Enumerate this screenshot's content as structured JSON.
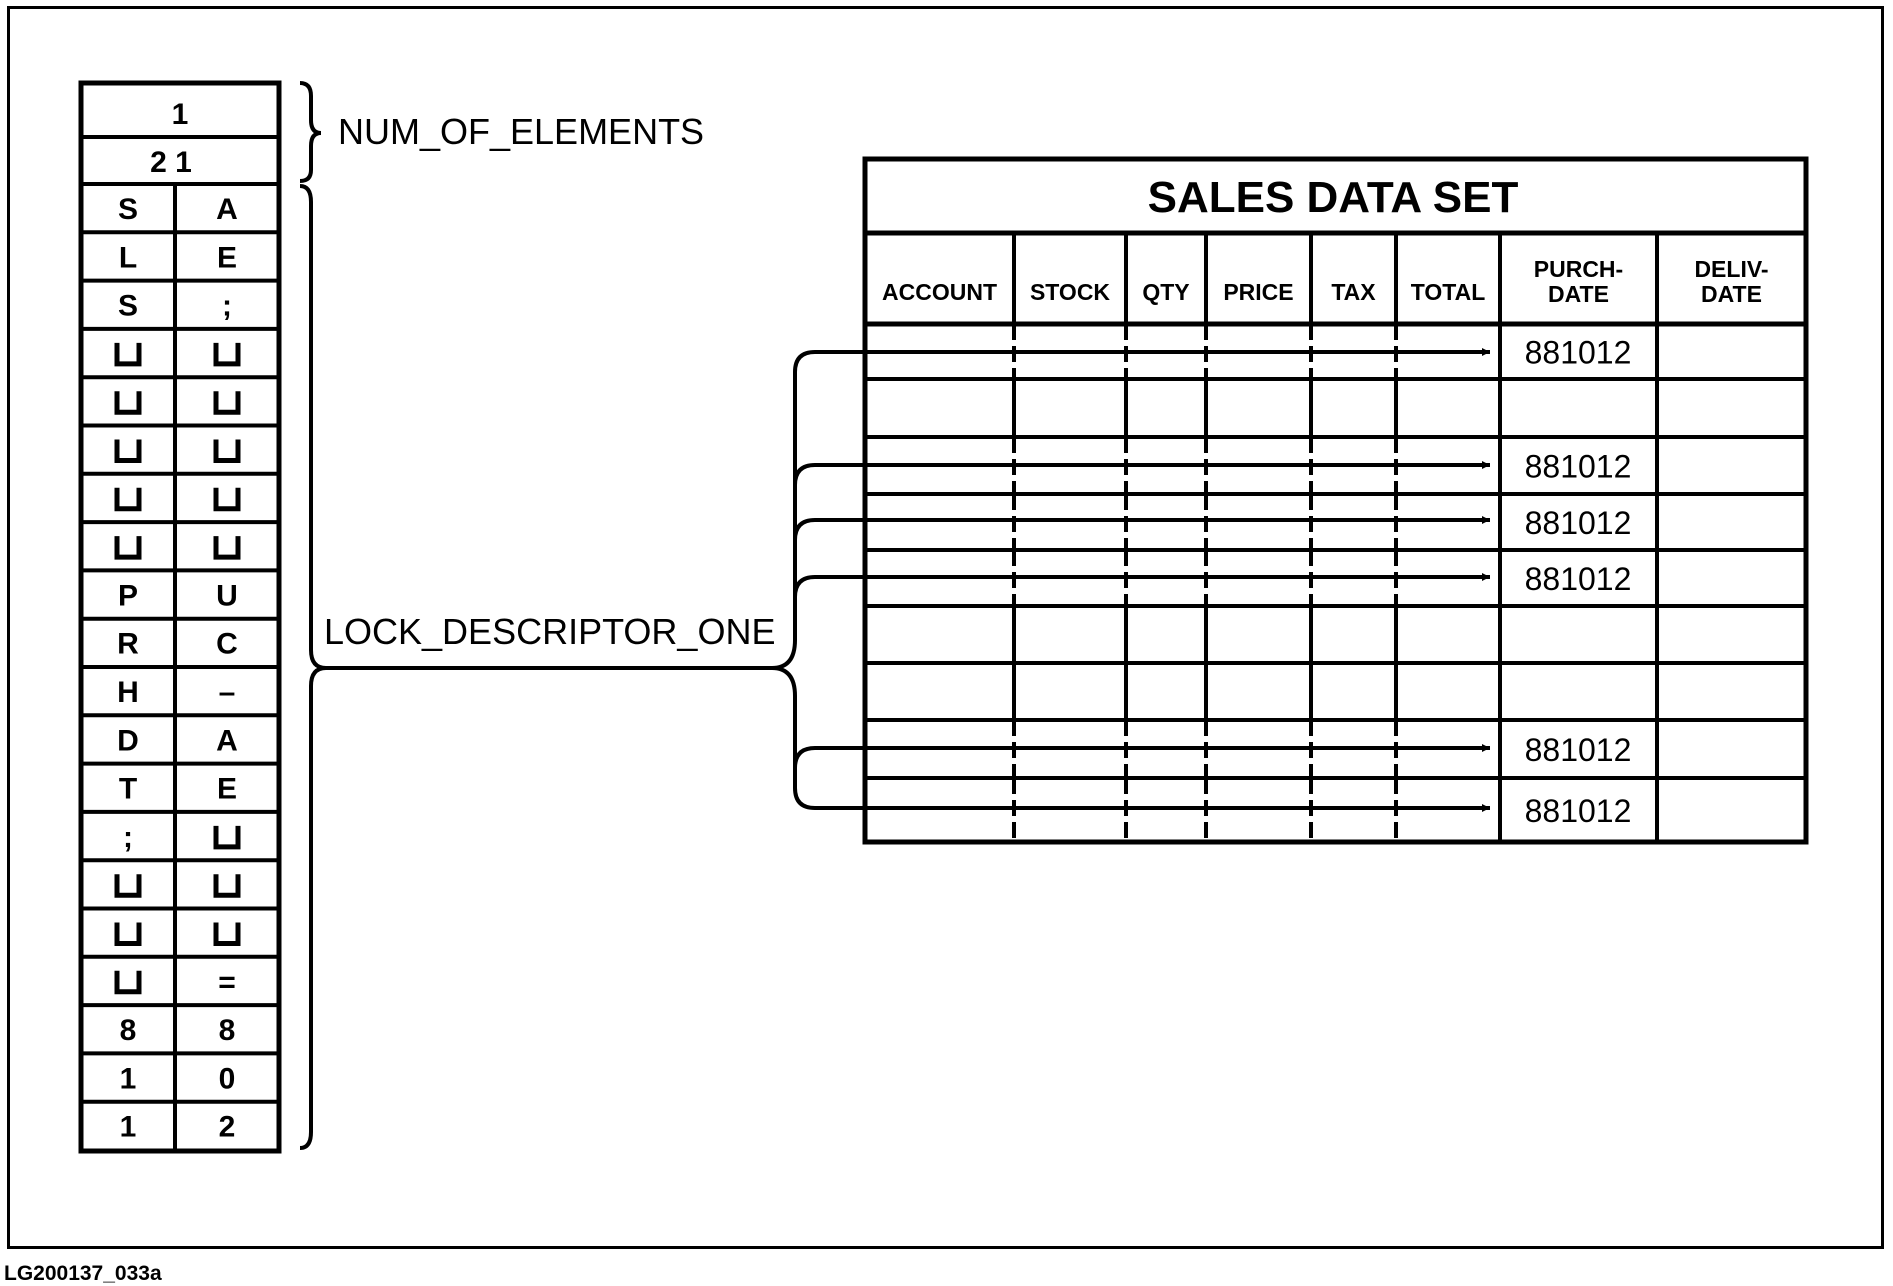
{
  "figure_id": "LG200137_033a",
  "num_elements_label": "NUM_OF_ELEMENTS",
  "descriptor_label": "LOCK_DESCRIPTOR_ONE",
  "header_values": [
    "1",
    "2 1"
  ],
  "lock_cells": [
    [
      "S",
      "A"
    ],
    [
      "L",
      "E"
    ],
    [
      "S",
      ";"
    ],
    [
      "␣",
      "␣"
    ],
    [
      "␣",
      "␣"
    ],
    [
      "␣",
      "␣"
    ],
    [
      "␣",
      "␣"
    ],
    [
      "␣",
      "␣"
    ],
    [
      "P",
      "U"
    ],
    [
      "R",
      "C"
    ],
    [
      "H",
      "–"
    ],
    [
      "D",
      "A"
    ],
    [
      "T",
      "E"
    ],
    [
      ";",
      "␣"
    ],
    [
      "␣",
      "␣"
    ],
    [
      "␣",
      "␣"
    ],
    [
      "␣",
      "="
    ],
    [
      "8",
      "8"
    ],
    [
      "1",
      "0"
    ],
    [
      "1",
      "2"
    ]
  ],
  "dataset": {
    "title": "SALES DATA SET",
    "columns": [
      "ACCOUNT",
      "STOCK",
      "QTY",
      "PRICE",
      "TAX",
      "TOTAL",
      [
        "PURCH-",
        "DATE"
      ],
      [
        "DELIV-",
        "DATE"
      ]
    ],
    "purch_values": [
      "881012",
      "",
      "881012",
      "881012",
      "881012",
      "",
      "",
      "881012",
      "881012"
    ],
    "locked_rows": [
      0,
      2,
      3,
      4,
      7,
      8
    ]
  }
}
